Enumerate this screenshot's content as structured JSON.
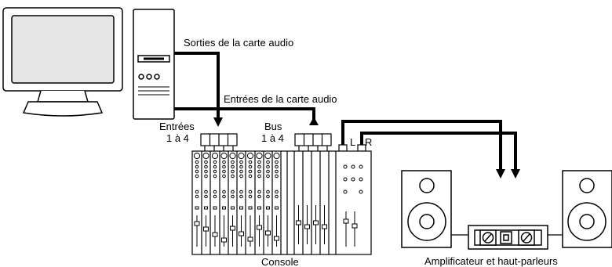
{
  "labels": {
    "sound_card_outputs": "Sorties de la carte audio",
    "sound_card_inputs": "Entrées de la carte audio",
    "mixer_inputs": "Entrées",
    "mixer_inputs_range": "1 à 4",
    "bus": "Bus",
    "bus_range": "1 à 4",
    "left": "L",
    "right": "R",
    "mixer": "Console",
    "amp_speakers": "Amplificateur et haut-parleurs"
  },
  "icons": [
    "monitor-icon",
    "computer-tower-icon",
    "mixer-console-icon",
    "speaker-icon",
    "amplifier-icon"
  ],
  "colors": {
    "stroke": "#000000",
    "fill": "#ffffff",
    "screen_shade": "#e6e6e6"
  }
}
